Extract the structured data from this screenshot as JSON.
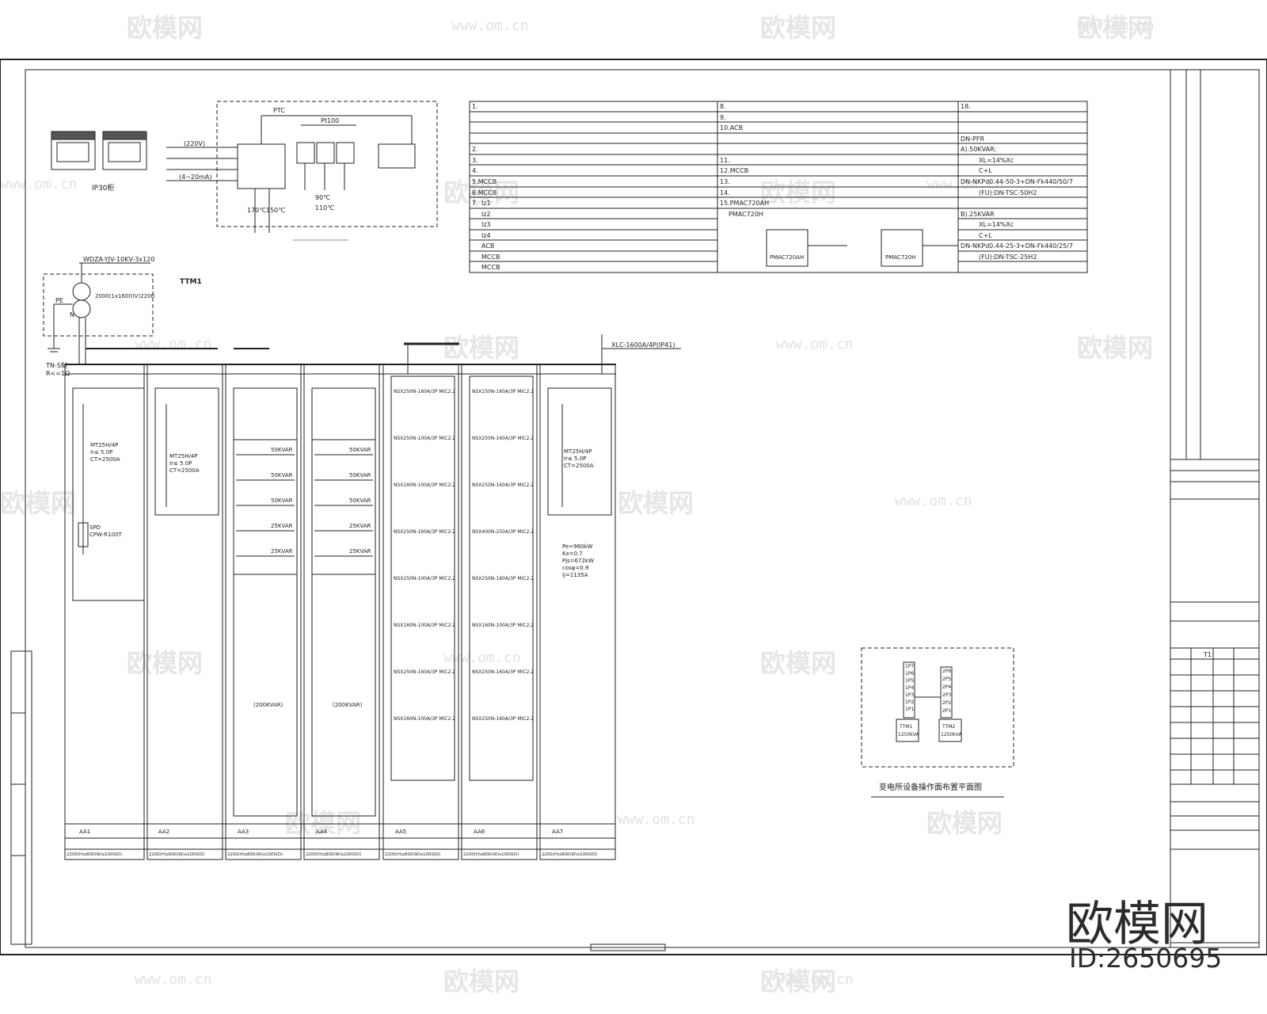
{
  "watermark": {
    "brand": "欧模网",
    "url": "www.om.cn"
  },
  "logo": {
    "brand": "欧模网",
    "id": "ID:2650695"
  },
  "enclosure": {
    "ip_label": "IP30柜"
  },
  "transformer": {
    "feeder": "WDZA-YJV-10KV-3x120",
    "name": "TTM1",
    "rating": "2000(1x1600)V)2200",
    "earth": [
      "TN-S制",
      "R<=1Ω"
    ],
    "pe": "PE",
    "n": "N"
  },
  "temp_control": {
    "ptc": "PTC",
    "pt100": "Pt100",
    "supply": "(220V)",
    "signal": "(4~20mA)",
    "t1": "170℃",
    "t2": "150℃",
    "t3": "90℃",
    "t4": "110℃"
  },
  "notes": {
    "col1": [
      "1.",
      "2.",
      "3.",
      "4.",
      "5.MCCB",
      "6.MCCB",
      "7.",
      "Iz1",
      "Iz2",
      "Iz3",
      "Iz4",
      "ACB",
      "MCCB",
      "MCCB"
    ],
    "col2": [
      "8.",
      "9.",
      "10.ACB",
      "11.",
      "12.MCCB",
      "13.",
      "14.",
      "15.PMAC720AH",
      "PMAC720H"
    ],
    "col3": [
      "18.",
      "DN-PFR",
      "A).50KVAR;",
      "XL=14%Xc",
      "C+L",
      "DN-NKPd0.44-50-3+DN-Fk440/50/7",
      "(FU):DN-TSC-50H2",
      "B).25KVAR",
      "XL=14%Xc",
      "C+L",
      "DN-NKPd0.44-25-3+DN-Fk440/25/7",
      "(FU):DN-TSC-25H2"
    ],
    "meter_a": "PMAC720AH",
    "meter_b": "PMAC720H"
  },
  "busbar": {
    "label": "XLC-1600A/4P(IP41)"
  },
  "panels": [
    {
      "id": "AA1",
      "dims": "2200(H)x800(W)x1000(D)",
      "breaker": [
        "MT25H/4P",
        "Ir≤ 5.0P",
        "CT=2500A"
      ],
      "spd": [
        "SPD",
        "CPW-R100T"
      ]
    },
    {
      "id": "AA2",
      "dims": "2200(H)x600(W)x1000(D)",
      "breaker": [
        "MT25H/4P",
        "Ir≤ 5.0P",
        "CT=2500A"
      ]
    },
    {
      "id": "AA3",
      "dims": "2200(H)x800(W)x1000(D)",
      "cap_title": "(200KVAR)",
      "cap_rows": [
        "50KVAR",
        "50KVAR",
        "50KVAR",
        "25KVAR",
        "25KVAR"
      ]
    },
    {
      "id": "AA4",
      "dims": "2200(H)x800(W)x1000(D)",
      "cap_title": "(200KVAR)",
      "cap_rows": [
        "50KVAR",
        "50KVAR",
        "50KVAR",
        "25KVAR",
        "25KVAR"
      ]
    },
    {
      "id": "AA5",
      "dims": "2200(H)x800(W)x1000(D)",
      "feeders": [
        "NSX250N-160A/3P MIC2.2",
        "NSX250N-100A/3P MIC2.2",
        "NSX160N-100A/3P MIC2.2",
        "NSX250N-160A/3P MIC2.2",
        "NSX250N-100A/3P MIC2.2",
        "NSX160N-100A/3P MIC2.2",
        "NSX250N-160A/3P MIC2.2",
        "NSX160N-100A/3P MIC2.2"
      ]
    },
    {
      "id": "AA6",
      "dims": "2200(H)x800(W)x1000(D)",
      "feeders": [
        "NSX250N-160A/3P MIC2.2",
        "NSX250N-160A/3P MIC2.2",
        "NSX250N-160A/3P MIC2.2",
        "NSX400N-250A/3P MIC2.2",
        "NSX250N-160A/3P MIC2.2",
        "NSX160N-100A/3P MIC2.2",
        "NSX250N-160A/3P MIC2.2",
        "NSX250N-160A/3P MIC2.2"
      ]
    },
    {
      "id": "AA7",
      "dims": "2200(H)x800(W)x1000(D)",
      "breaker": [
        "MT25H/4P",
        "Ir≤ 5.0P",
        "CT=2500A"
      ],
      "load": [
        "Pe=960kW",
        "Kx=0.7",
        "Pjs=672kW",
        "cosφ=0.9",
        "Ij=1135A"
      ]
    }
  ],
  "layout_plan": {
    "left_stack": [
      "1P7",
      "1P6",
      "1P5",
      "1P4",
      "1P3",
      "1P2",
      "1P1"
    ],
    "right_stack": [
      "2P6",
      "2P5",
      "2P4",
      "2P3",
      "2P2",
      "2P1"
    ],
    "xfmr_left": [
      "TTM1",
      "1250kVA"
    ],
    "xfmr_right": [
      "TTM2",
      "1250kVA"
    ],
    "caption": "变电所设备操作面布置平面图"
  },
  "title_block": {
    "sheet": "T1"
  }
}
